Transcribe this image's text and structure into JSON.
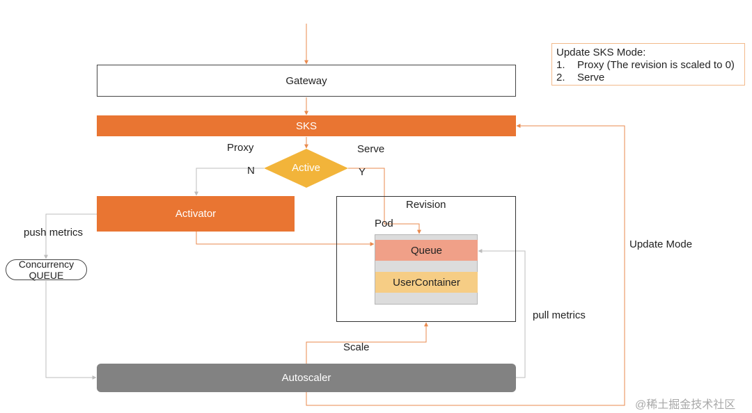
{
  "nodes": {
    "gateway": "Gateway",
    "sks": "SKS",
    "active": "Active",
    "activator": "Activator",
    "revision": "Revision",
    "pod": "Pod",
    "queue": "Queue",
    "user_container": "UserContainer",
    "autoscaler": "Autoscaler",
    "concurrency_line1": "Concurrency",
    "concurrency_line2": "QUEUE"
  },
  "edge_labels": {
    "proxy": "Proxy",
    "serve": "Serve",
    "no": "N",
    "yes": "Y",
    "push_metrics": "push metrics",
    "pull_metrics": "pull metrics",
    "scale": "Scale",
    "update_mode": "Update Mode"
  },
  "note": {
    "title": "Update SKS Mode:",
    "items": [
      {
        "num": "1.",
        "text": "Proxy (The revision is scaled to 0)"
      },
      {
        "num": "2.",
        "text": "Serve"
      }
    ]
  },
  "watermark": "@稀土掘金技术社区",
  "colors": {
    "orange": "#E97532",
    "diamond": "#F2B43A",
    "queue": "#F0A088",
    "user_container": "#F6CD85",
    "autoscaler": "#828282",
    "arrow": "#E98A4E",
    "gray_line": "#BDBDBD"
  }
}
